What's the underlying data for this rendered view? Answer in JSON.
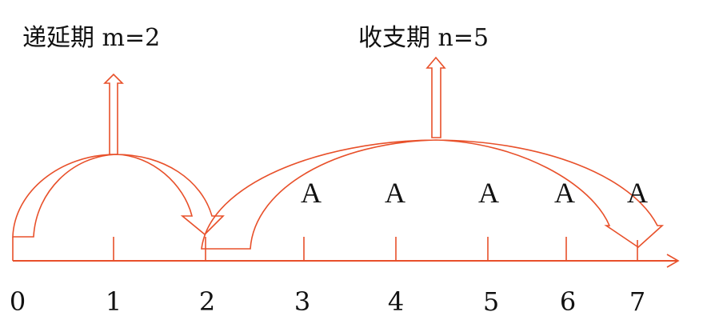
{
  "labels": {
    "deferral": "递延期 m=2",
    "payment": "收支期 n=5"
  },
  "ticks": [
    "0",
    "1",
    "2",
    "3",
    "4",
    "5",
    "6",
    "7"
  ],
  "payments": [
    "A",
    "A",
    "A",
    "A",
    "A"
  ],
  "colors": {
    "arrow": "#e8502a",
    "text": "#111111"
  }
}
